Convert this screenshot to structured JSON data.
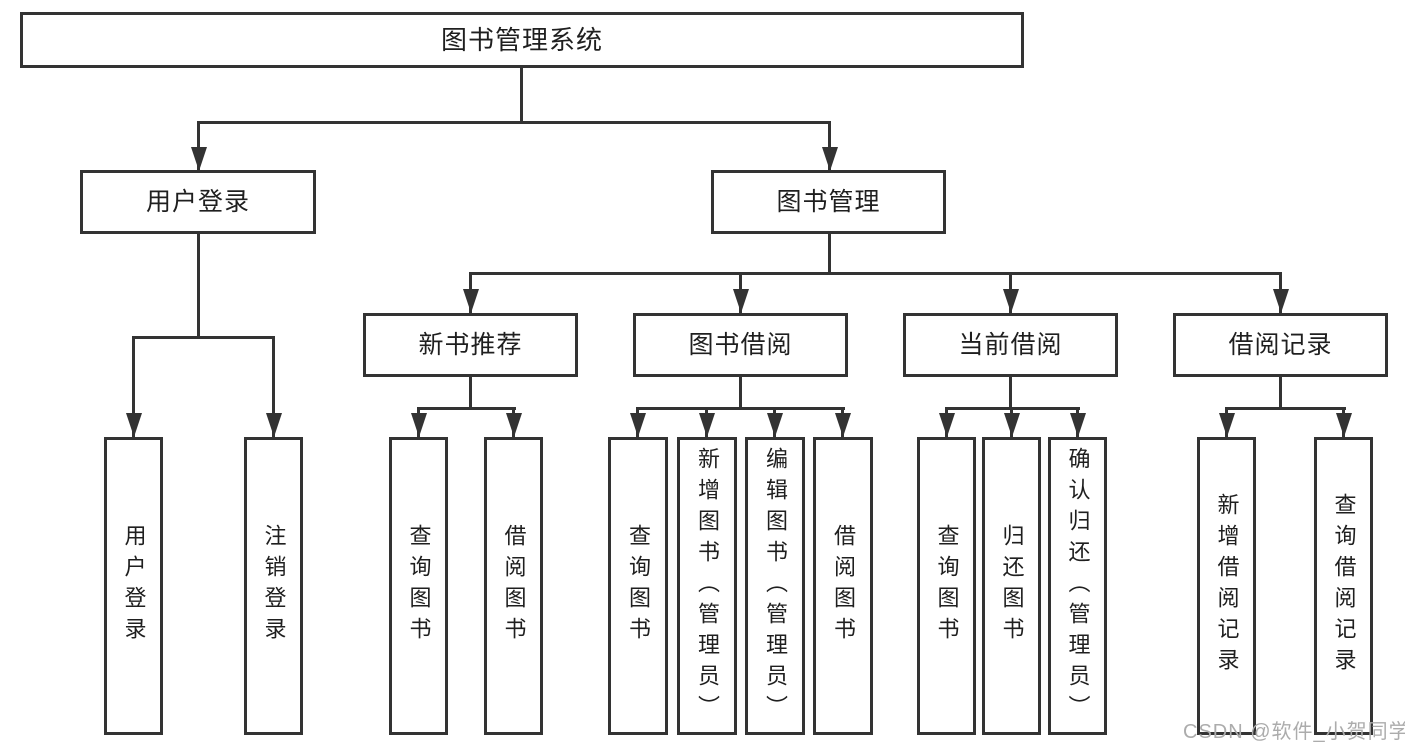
{
  "tree": {
    "label": "图书管理系统",
    "children": [
      {
        "label": "用户登录",
        "children": [
          {
            "label": "用户登录"
          },
          {
            "label": "注销登录"
          }
        ]
      },
      {
        "label": "图书管理",
        "children": [
          {
            "label": "新书推荐",
            "children": [
              {
                "label": "查询图书"
              },
              {
                "label": "借阅图书"
              }
            ]
          },
          {
            "label": "图书借阅",
            "children": [
              {
                "label": "查询图书"
              },
              {
                "label": "新增图书（管理员）"
              },
              {
                "label": "编辑图书（管理员）"
              },
              {
                "label": "借阅图书"
              }
            ]
          },
          {
            "label": "当前借阅",
            "children": [
              {
                "label": "查询图书"
              },
              {
                "label": "归还图书"
              },
              {
                "label": "确认归还（管理员）"
              }
            ]
          },
          {
            "label": "借阅记录",
            "children": [
              {
                "label": "新增借阅记录"
              },
              {
                "label": "查询借阅记录"
              }
            ]
          }
        ]
      }
    ]
  },
  "watermark": {
    "text": "CSDN @软件_小贺同学"
  },
  "colors": {
    "line": "#333333",
    "text": "#1f1f1f",
    "watermark": "#acacac",
    "background": "#ffffff"
  }
}
